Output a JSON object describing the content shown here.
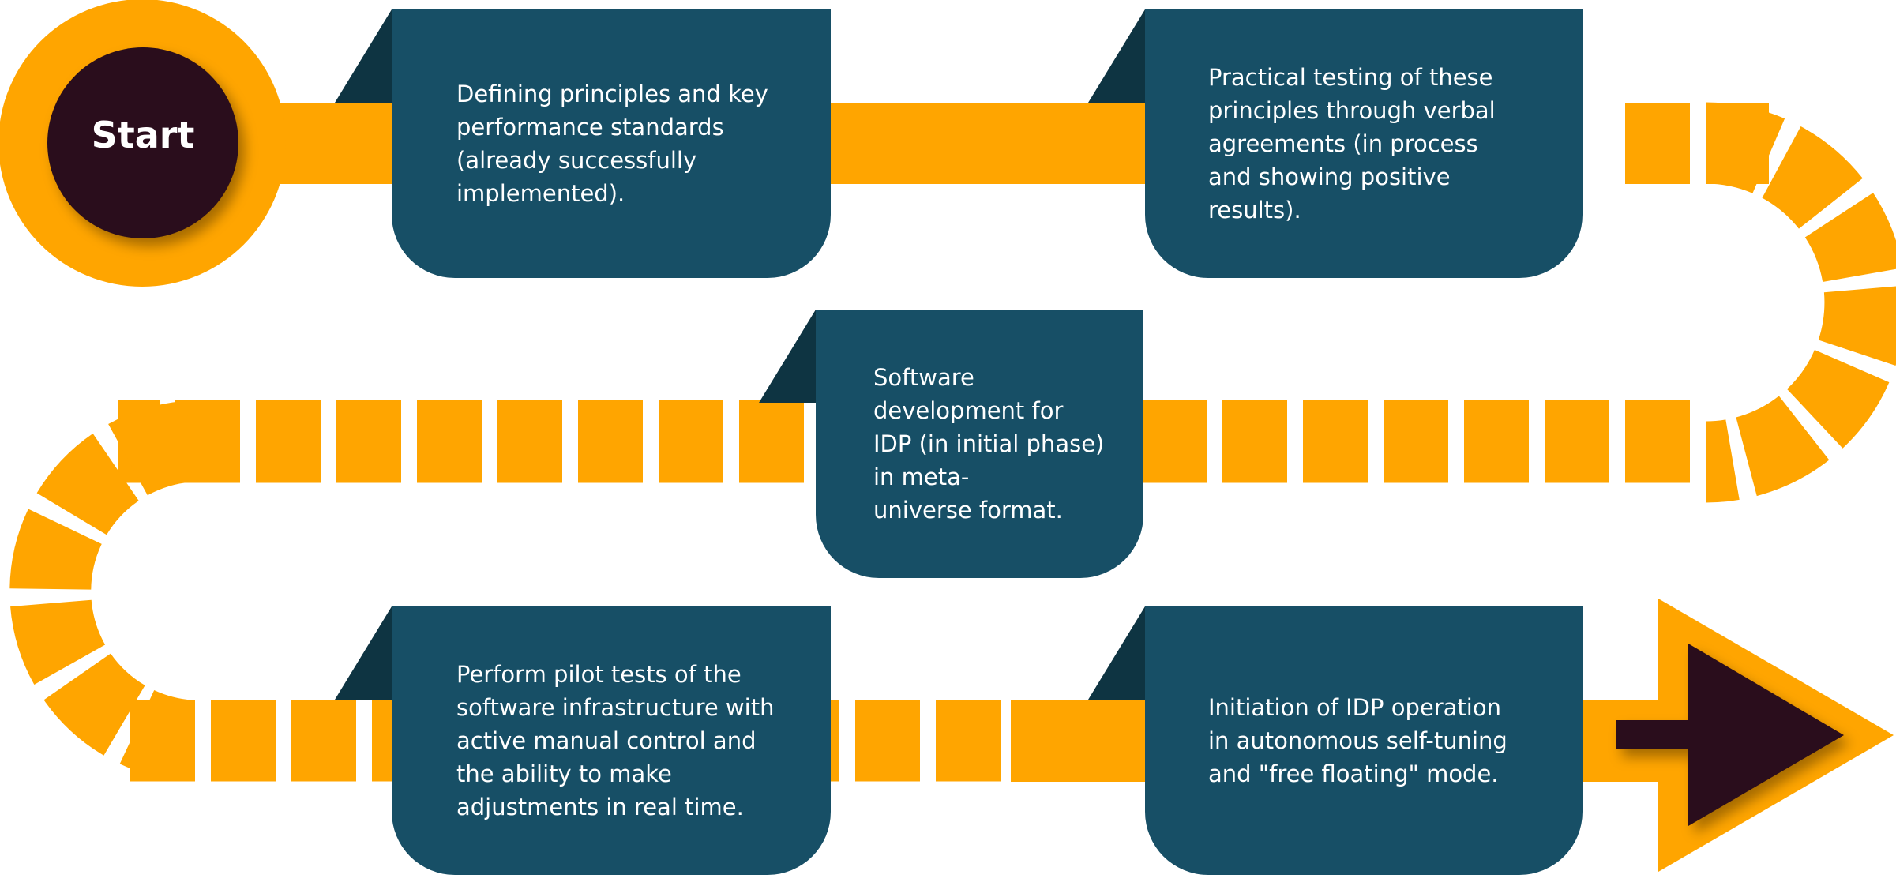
{
  "colors": {
    "road": "#ffa500",
    "card": "#174f66",
    "card_tab": "#0e3442",
    "start_disc": "#2a0e1a",
    "card_text": "#ffffff",
    "background": "#ffffff"
  },
  "start": {
    "label": "Start"
  },
  "steps": [
    {
      "text": "Defining principles and key\nperformance standards\n(already successfully\nimplemented)."
    },
    {
      "text": "Practical testing of these\nprinciples through verbal\nagreements (in process\nand showing positive\nresults)."
    },
    {
      "text": "Software\ndevelopment for\nIDP (in initial phase)\nin meta-\nuniverse format."
    },
    {
      "text": "Perform pilot tests of the\nsoftware infrastructure with\nactive manual control and\nthe ability to make\nadjustments in real time."
    },
    {
      "text": "Initiation of IDP operation\nin autonomous self-tuning\nand \"free floating\" mode."
    }
  ],
  "icons": {
    "start": "start-circle-icon",
    "finish": "finish-arrow-icon"
  }
}
